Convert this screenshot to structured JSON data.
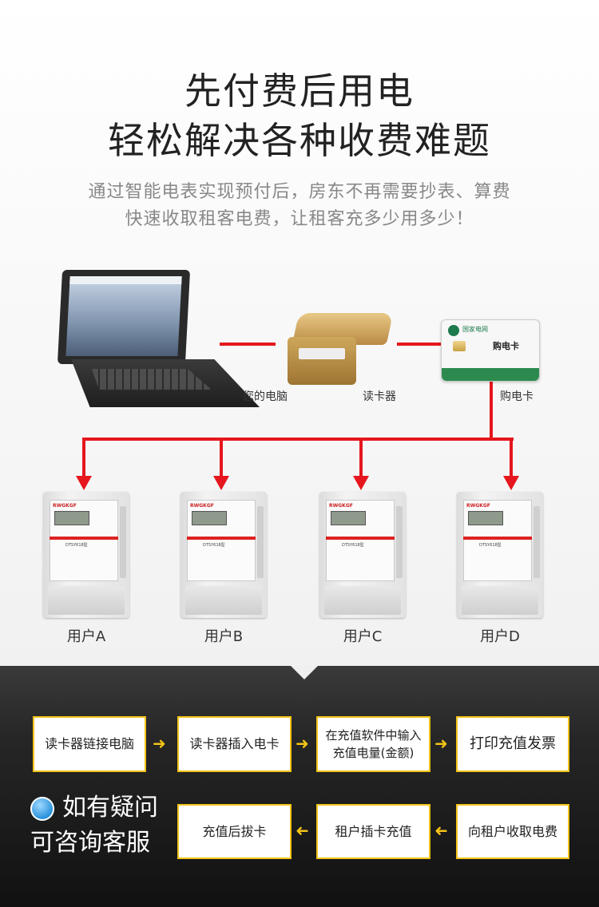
{
  "header": {
    "title_line1": "先付费后用电",
    "title_line2": "轻松解决各种收费难题",
    "subtitle_line1": "通过智能电表实现预付后，房东不再需要抄表、算费",
    "subtitle_line2": "快速收取租客电费，让租客充多少用多少！"
  },
  "devices": {
    "computer_label": "您的电脑",
    "reader_label": "读卡器",
    "card_label": "购电卡",
    "card_title": "购电卡",
    "card_brand": "国家电网"
  },
  "meters": [
    {
      "label": "用户A",
      "brand": "RWGKGF",
      "model": "DTSY618型"
    },
    {
      "label": "用户B",
      "brand": "RWGKGF",
      "model": "DTSY618型"
    },
    {
      "label": "用户C",
      "brand": "RWGKGF",
      "model": "DTSY618型"
    },
    {
      "label": "用户D",
      "brand": "RWGKGF",
      "model": "DTSY618型"
    }
  ],
  "steps": {
    "s1": "读卡器链接电脑",
    "s2": "读卡器插入电卡",
    "s3_line1": "在充值软件中输入",
    "s3_line2": "充值电量(金额)",
    "s4": "打印充值发票",
    "s5": "向租户收取电费",
    "s6": "租户插卡充值",
    "s7": "充值后拔卡"
  },
  "help": {
    "line1": "如有疑问",
    "line2": "可咨询客服"
  },
  "colors": {
    "accent_red": "#e5161d",
    "step_border": "#f2c317"
  }
}
